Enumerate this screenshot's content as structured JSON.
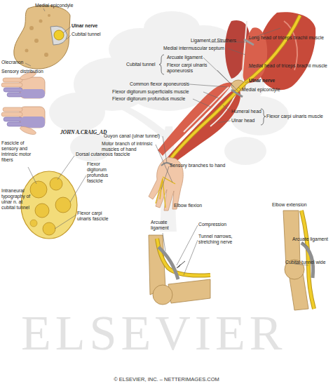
{
  "diagram": {
    "labels": [
      "Medial epicondyle",
      "Ulnar nerve",
      "Cubital tunnel",
      "Olecranon",
      "Sensory distribution",
      "JOHN A.CRAIG_AD",
      "Fascicle of sensory and intrinsic motor fibers",
      "Dorsal cutaneous fascicle",
      "Flexor digitorum profundus fascicle",
      "Intraneural typography of ulnar n. at cubital tunnel",
      "Flexor carpi ulnaris fascicle",
      "Ligament of Struthers",
      "Long head of triceps brachii muscle",
      "Medial intermuscular septum",
      "Medial head of triceps brachii muscle",
      "Arcuate ligament",
      "Flexor carpi ulnaris aponeurosis",
      "Cubital tunnel",
      "Ulnar nerve",
      "Medial epicondyle",
      "Common flexor aponeurosis",
      "Flexor digitorum superficialis muscle",
      "Flexor digitorum profundus muscle",
      "Humeral head",
      "Ulnar head",
      "Flexor carpi ulnaris muscle",
      "Guyon canal (ulnar tunnel)",
      "Motor branch of intrinsic muscles of hand",
      "Sensory branches to hand",
      "Elbow flexion",
      "Arcuate ligament",
      "Compression",
      "Tunnel narrows, stretching nerve",
      "Elbow extension",
      "Arcuate ligament",
      "Cubital tunnel wide",
      "ELSEVIER",
      "© ELSEVIER, INC. – NETTERIMAGES.COM"
    ]
  }
}
